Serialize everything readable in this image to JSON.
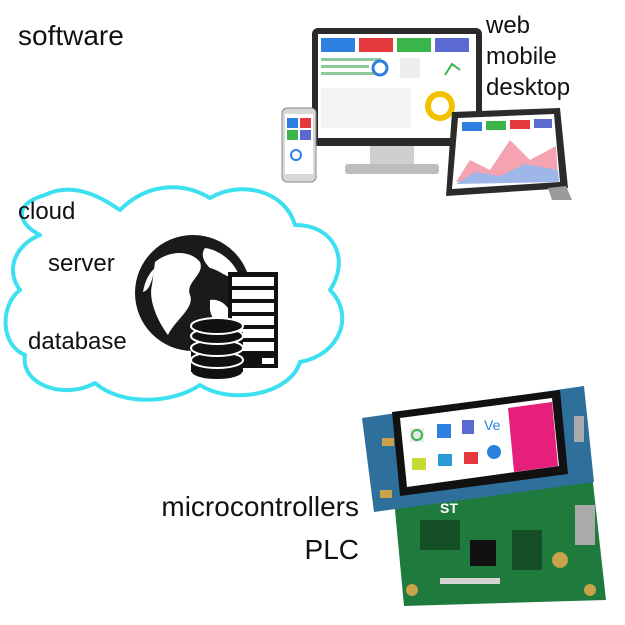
{
  "software": {
    "title": "software",
    "platforms": [
      "web",
      "mobile",
      "desktop"
    ],
    "colors": {
      "tile_blue": "#2d7fe0",
      "tile_red": "#e4393c",
      "tile_green": "#39b54a",
      "tile_purple": "#5b6ad0"
    }
  },
  "cloud": {
    "labels": [
      "cloud",
      "server",
      "database"
    ],
    "outline_color": "#3de0f0"
  },
  "hardware": {
    "labels": [
      "microcontrollers",
      "PLC"
    ],
    "board_color": "#1f7a3d",
    "logo_text": "ST"
  }
}
